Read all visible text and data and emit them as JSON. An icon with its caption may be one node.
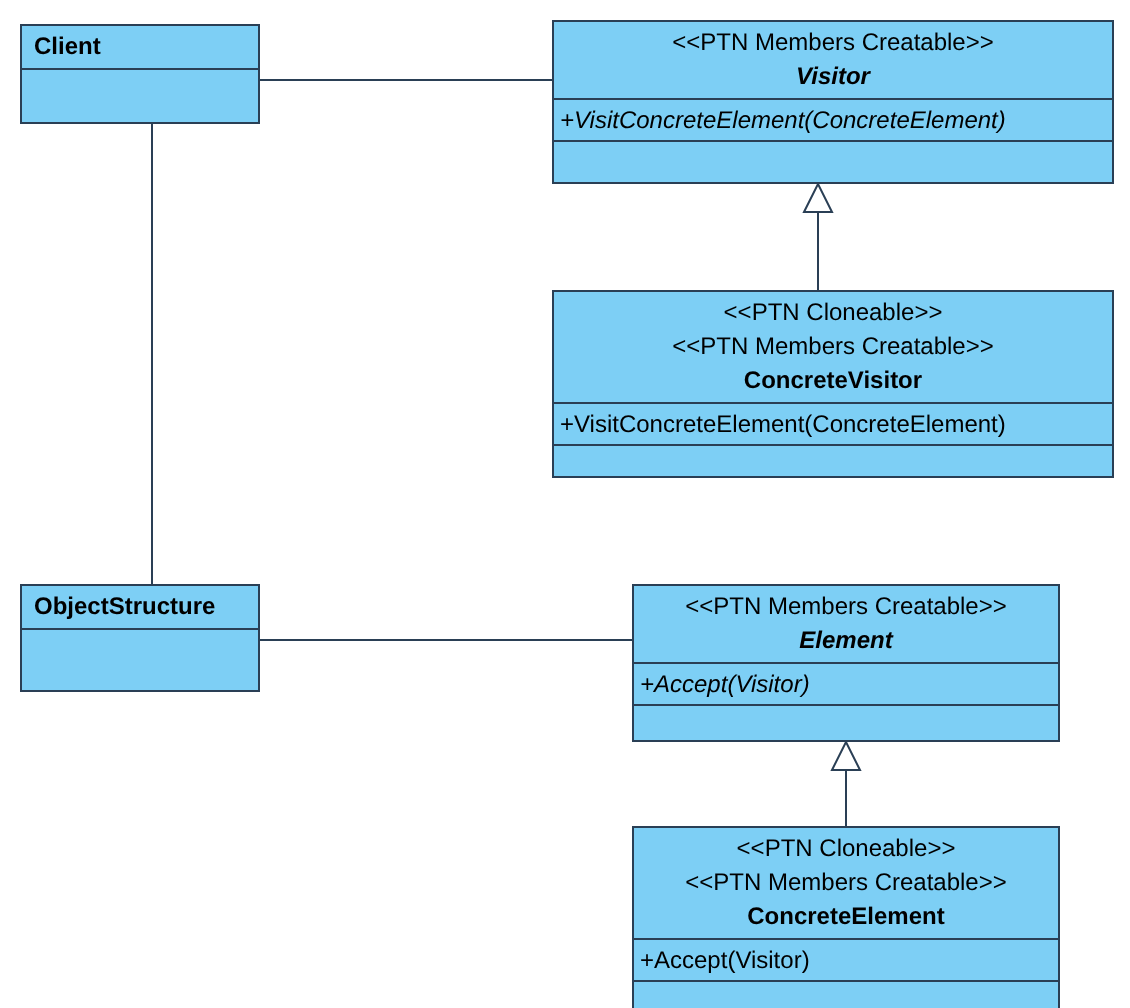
{
  "diagram": {
    "nodes": [
      {
        "text": [
          "Client"
        ]
      },
      {
        "text": [
          "<<PTN Members Creatable>>",
          "Visitor",
          "+VisitConcreteElement(ConcreteElement)"
        ]
      },
      {
        "text": [
          "<<PTN Cloneable>>",
          "<<PTN Members Creatable>>",
          "ConcreteVisitor",
          "+VisitConcreteElement(ConcreteElement)"
        ]
      },
      {
        "text": [
          "ObjectStructure"
        ]
      },
      {
        "text": [
          "<<PTN Members Creatable>>",
          "Element",
          "+Accept(Visitor)"
        ]
      },
      {
        "text": [
          "<<PTN Cloneable>>",
          "<<PTN Members Creatable>>",
          "ConcreteElement",
          "+Accept(Visitor)"
        ]
      }
    ],
    "edges": [
      {
        "from": 0,
        "to": 1,
        "arrow": "none"
      },
      {
        "from": 0,
        "to": 3,
        "arrow": "none"
      },
      {
        "from": 2,
        "to": 1,
        "arrow": "to"
      },
      {
        "from": 3,
        "to": 4,
        "arrow": "none"
      },
      {
        "from": 5,
        "to": 4,
        "arrow": "to"
      }
    ]
  }
}
